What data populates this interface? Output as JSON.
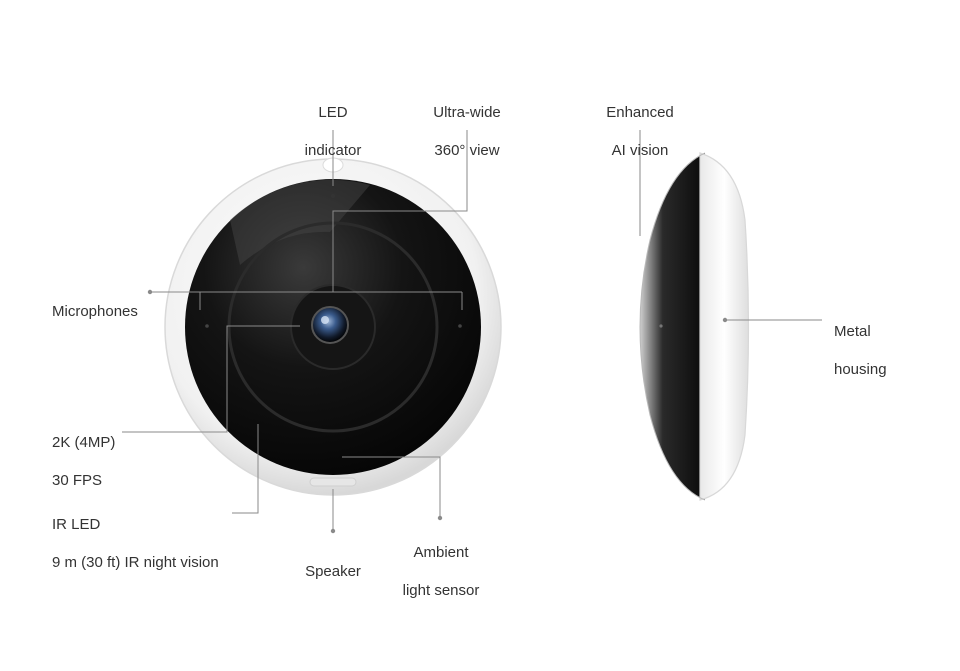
{
  "callouts": {
    "led_indicator": [
      "LED",
      "indicator"
    ],
    "ultra_wide": [
      "Ultra-wide",
      "360° view"
    ],
    "enhanced_ai": [
      "Enhanced",
      "AI vision"
    ],
    "microphones": [
      "Microphones"
    ],
    "metal_housing": [
      "Metal",
      "housing"
    ],
    "resolution": [
      "2K (4MP)",
      "30 FPS"
    ],
    "ir_led": [
      "IR LED",
      "9 m (30 ft) IR night vision"
    ],
    "speaker": [
      "Speaker"
    ],
    "ambient_light": [
      "Ambient",
      "light sensor"
    ]
  },
  "colors": {
    "text": "#333333",
    "leader_line": "#8a8a8a",
    "housing": "#f4f4f4",
    "housing_edge": "#dcdcdc",
    "dome": "#0d0d0d",
    "lens_ring": "#2a2a2a",
    "lens_glass": "#3a5b8c"
  }
}
